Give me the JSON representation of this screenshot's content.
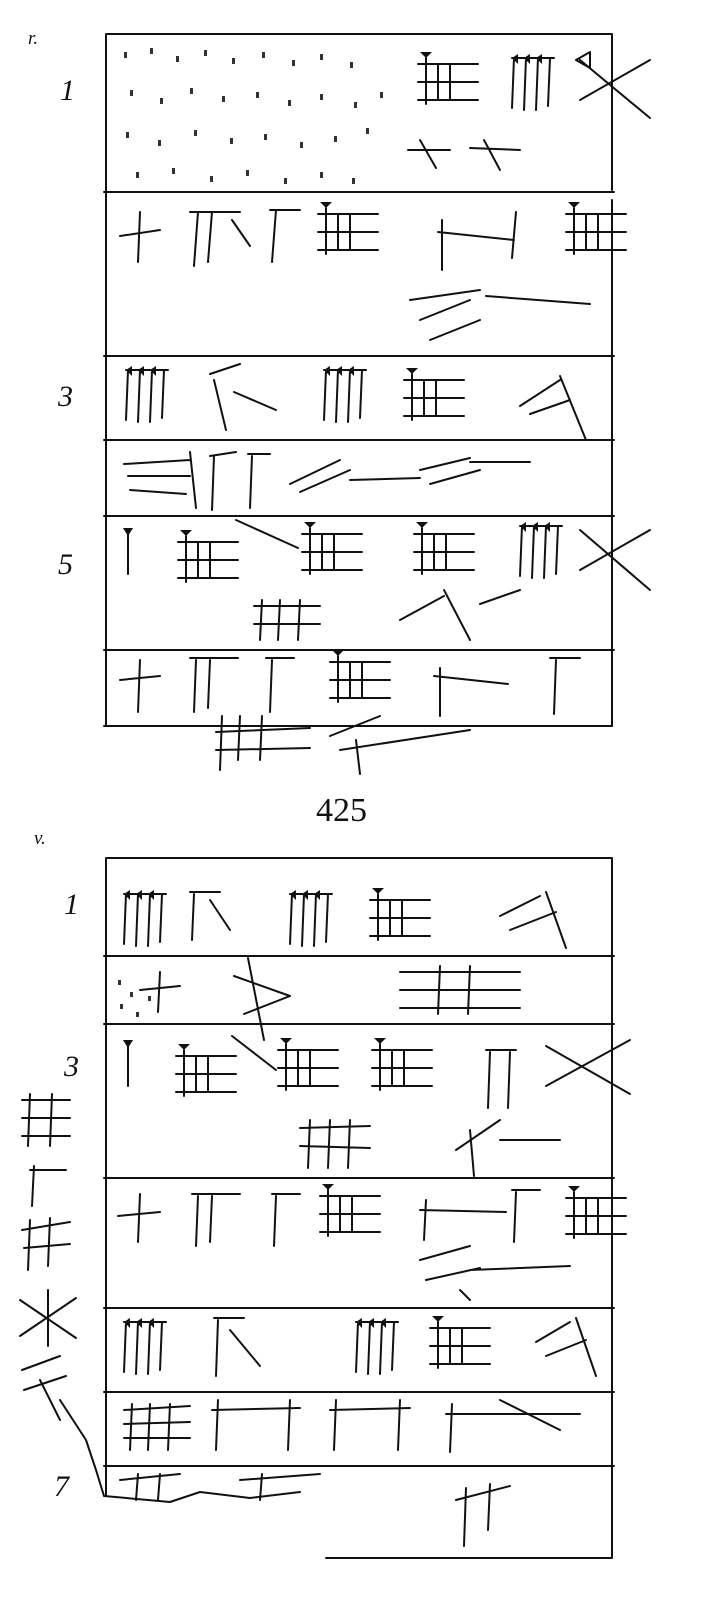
{
  "tablet": {
    "page_number": "425",
    "reverse": {
      "side_label": "r.",
      "line_numbers": [
        "1",
        "3",
        "5"
      ]
    },
    "obverse": {
      "side_label": "v.",
      "line_numbers": [
        "1",
        "3",
        "7"
      ]
    }
  },
  "style": {
    "ink_color": "#111111",
    "paper_color": "#ffffff"
  }
}
